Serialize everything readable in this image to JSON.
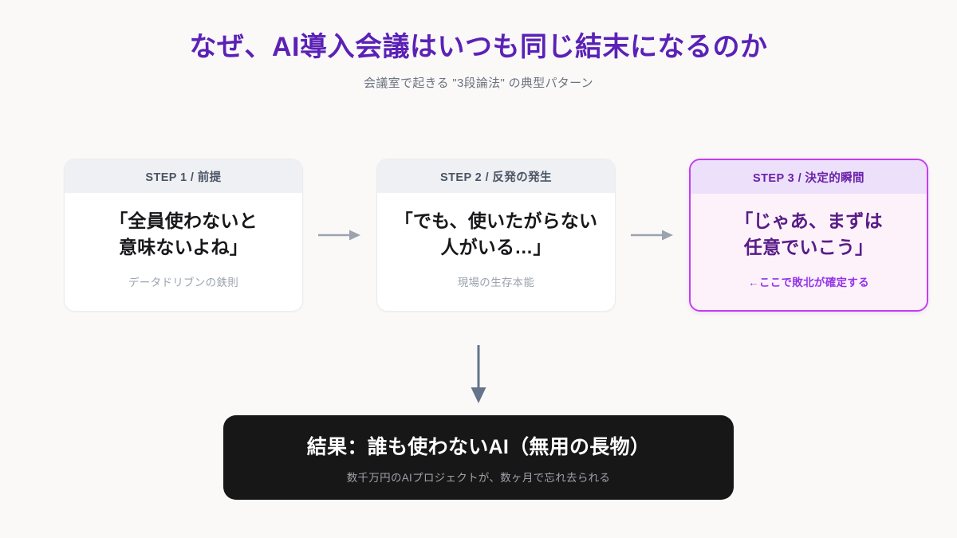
{
  "header": {
    "title": "なぜ、AI導入会議はいつも同じ結末になるのか",
    "subtitle": "会議室で起きる \"3段論法\" の典型パターン",
    "title_color": "#5b21b6",
    "subtitle_color": "#6b7280"
  },
  "steps": [
    {
      "head": "STEP 1 / 前提",
      "quote_line1": "「全員使わないと",
      "quote_line2": "意味ないよね」",
      "caption": "データドリブンの鉄則",
      "highlight": false
    },
    {
      "head": "STEP 2 / 反発の発生",
      "quote_line1": "「でも、使いたがらない",
      "quote_line2": "人がいる…」",
      "caption": "現場の生存本能",
      "highlight": false
    },
    {
      "head": "STEP 3 / 決定的瞬間",
      "quote_line1": "「じゃあ、まずは",
      "quote_line2": "任意でいこう」",
      "caption": "←ここで敗北が確定する",
      "highlight": true
    }
  ],
  "connectors": {
    "horizontal_arrow_icon": "arrow-right-icon",
    "horizontal_arrow_color": "#9ca3af",
    "vertical_arrow_icon": "arrow-down-icon",
    "vertical_arrow_color": "#64748b"
  },
  "result": {
    "title": "結果：誰も使わないAI（無用の長物）",
    "subtitle": "数千万円のAIプロジェクトが、数ヶ月で忘れ去られる",
    "background_color": "#171717",
    "title_color": "#ffffff",
    "subtitle_color": "#a1a1aa"
  },
  "theme": {
    "page_background": "#faf9f8",
    "accent_purple": "#c43df0",
    "card_head_background": "#eef0f3",
    "highlight_head_background": "#ece0fb",
    "highlight_body_background": "#fdf2fa"
  }
}
